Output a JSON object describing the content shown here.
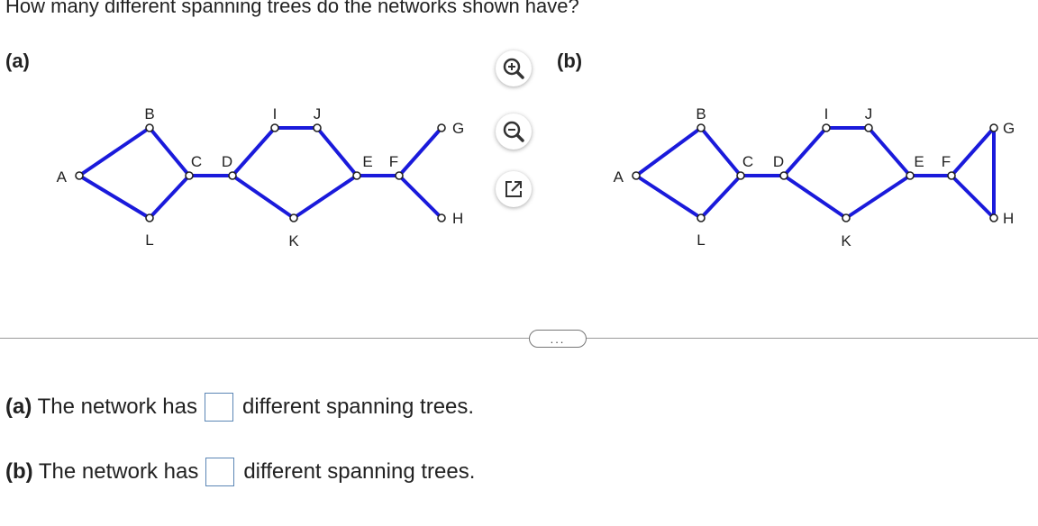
{
  "question": "How many different spanning trees do the networks shown have?",
  "parts": [
    {
      "label": "(a)"
    },
    {
      "label": "(b)"
    }
  ],
  "networks": {
    "a": {
      "vertices": [
        {
          "id": "A",
          "label": "A"
        },
        {
          "id": "B",
          "label": "B"
        },
        {
          "id": "L",
          "label": "L"
        },
        {
          "id": "C",
          "label": "C"
        },
        {
          "id": "D",
          "label": "D"
        },
        {
          "id": "I",
          "label": "I"
        },
        {
          "id": "J",
          "label": "J"
        },
        {
          "id": "K",
          "label": "K"
        },
        {
          "id": "E",
          "label": "E"
        },
        {
          "id": "F",
          "label": "F"
        },
        {
          "id": "G",
          "label": "G"
        },
        {
          "id": "H",
          "label": "H"
        }
      ],
      "edges": [
        [
          "A",
          "B"
        ],
        [
          "B",
          "C"
        ],
        [
          "A",
          "L"
        ],
        [
          "L",
          "C"
        ],
        [
          "C",
          "D"
        ],
        [
          "D",
          "I"
        ],
        [
          "I",
          "J"
        ],
        [
          "J",
          "E"
        ],
        [
          "D",
          "K"
        ],
        [
          "K",
          "E"
        ],
        [
          "E",
          "F"
        ],
        [
          "F",
          "G"
        ],
        [
          "F",
          "H"
        ]
      ]
    },
    "b": {
      "vertices": [
        {
          "id": "A",
          "label": "A"
        },
        {
          "id": "B",
          "label": "B"
        },
        {
          "id": "L",
          "label": "L"
        },
        {
          "id": "C",
          "label": "C"
        },
        {
          "id": "D",
          "label": "D"
        },
        {
          "id": "I",
          "label": "I"
        },
        {
          "id": "J",
          "label": "J"
        },
        {
          "id": "K",
          "label": "K"
        },
        {
          "id": "E",
          "label": "E"
        },
        {
          "id": "F",
          "label": "F"
        },
        {
          "id": "G",
          "label": "G"
        },
        {
          "id": "H",
          "label": "H"
        }
      ],
      "edges": [
        [
          "A",
          "B"
        ],
        [
          "B",
          "C"
        ],
        [
          "A",
          "L"
        ],
        [
          "L",
          "C"
        ],
        [
          "C",
          "D"
        ],
        [
          "D",
          "I"
        ],
        [
          "I",
          "J"
        ],
        [
          "J",
          "E"
        ],
        [
          "D",
          "K"
        ],
        [
          "K",
          "E"
        ],
        [
          "E",
          "F"
        ],
        [
          "F",
          "G"
        ],
        [
          "F",
          "H"
        ],
        [
          "G",
          "H"
        ]
      ]
    }
  },
  "tools": {
    "zoom_in_icon": "magnifier-plus",
    "zoom_out_icon": "magnifier-minus",
    "popout_icon": "external-link"
  },
  "more_button": "...",
  "answers": [
    {
      "prefix": "(a)",
      "text": " The network has",
      "value": "",
      "suffix": "different spanning trees."
    },
    {
      "prefix": "(b)",
      "text": " The network has",
      "value": "",
      "suffix": "different spanning trees."
    }
  ],
  "colors": {
    "edge": "#1a1adb",
    "answer_border": "#5b86b5"
  }
}
